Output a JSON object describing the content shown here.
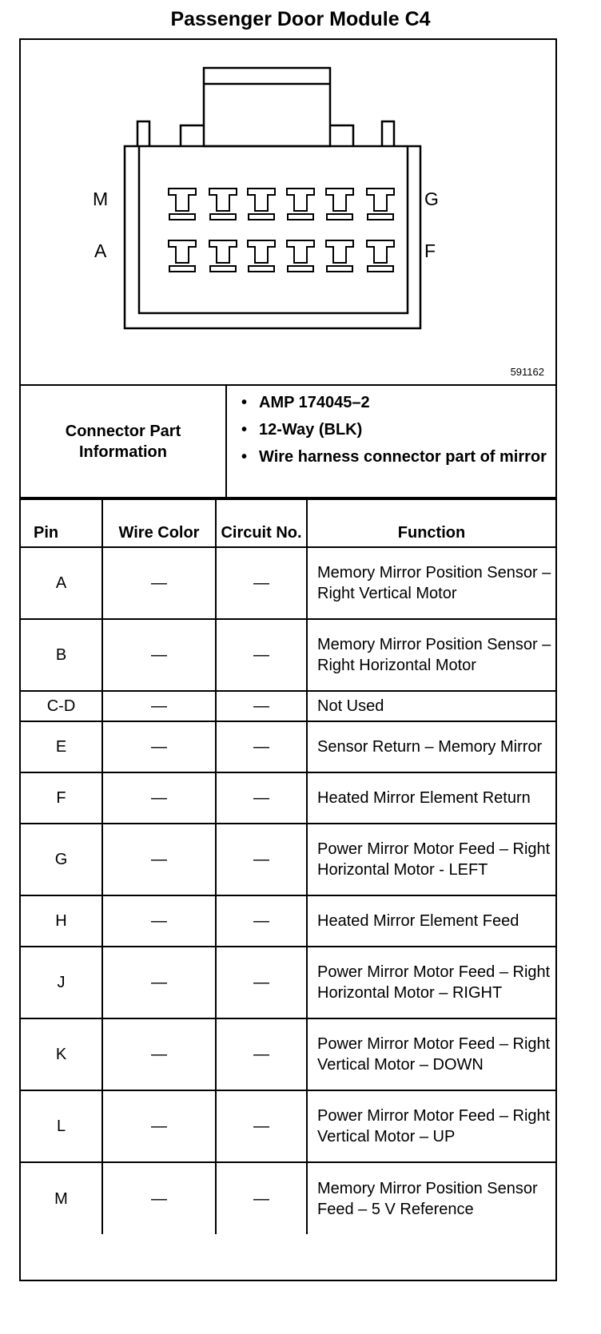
{
  "title": "Passenger Door Module C4",
  "diagram": {
    "labels": {
      "top_left": "M",
      "bottom_left": "A",
      "top_right": "G",
      "bottom_right": "F"
    },
    "ref": "591162"
  },
  "info": {
    "label": "Connector Part Information",
    "items": [
      "AMP 174045–2",
      "12-Way (BLK)",
      "Wire harness connector part of mirror"
    ]
  },
  "table": {
    "headers": {
      "pin": "Pin",
      "wire": "Wire Color",
      "circuit": "Circuit No.",
      "function": "Function"
    },
    "rows": [
      {
        "pin": "A",
        "wire": "—",
        "circuit": "—",
        "function": "Memory Mirror Position Sensor – Right Vertical Motor"
      },
      {
        "pin": "B",
        "wire": "—",
        "circuit": "—",
        "function": "Memory Mirror Position Sensor – Right Horizontal Motor"
      },
      {
        "pin": "C-D",
        "wire": "—",
        "circuit": "—",
        "function": "Not Used"
      },
      {
        "pin": "E",
        "wire": "—",
        "circuit": "—",
        "function": "Sensor Return – Memory Mirror"
      },
      {
        "pin": "F",
        "wire": "—",
        "circuit": "—",
        "function": "Heated Mirror Element Return"
      },
      {
        "pin": "G",
        "wire": "—",
        "circuit": "—",
        "function": "Power Mirror Motor Feed – Right Horizontal Motor - LEFT"
      },
      {
        "pin": "H",
        "wire": "—",
        "circuit": "—",
        "function": "Heated Mirror Element Feed"
      },
      {
        "pin": "J",
        "wire": "—",
        "circuit": "—",
        "function": "Power Mirror Motor Feed – Right Horizontal Motor – RIGHT"
      },
      {
        "pin": "K",
        "wire": "—",
        "circuit": "—",
        "function": "Power Mirror Motor Feed – Right Vertical Motor – DOWN"
      },
      {
        "pin": "L",
        "wire": "—",
        "circuit": "—",
        "function": "Power Mirror Motor Feed – Right Vertical Motor – UP"
      },
      {
        "pin": "M",
        "wire": "—",
        "circuit": "—",
        "function": "Memory Mirror Position Sensor Feed – 5 V Reference"
      }
    ]
  }
}
